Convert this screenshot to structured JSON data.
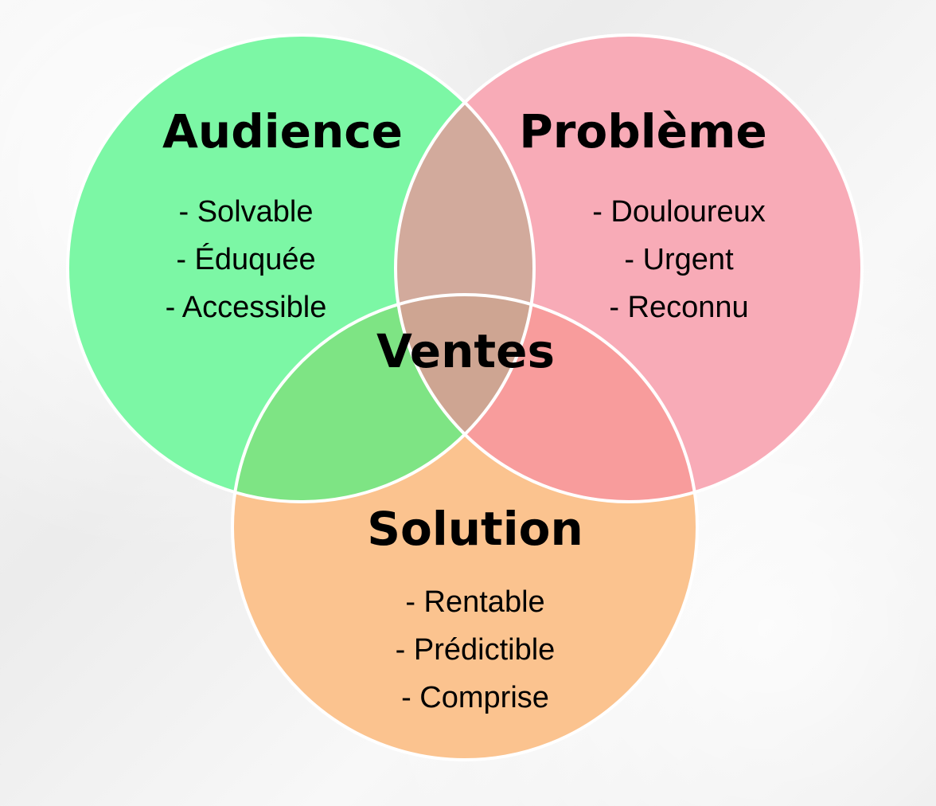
{
  "venn": {
    "center_label": "Ventes",
    "sets": {
      "audience": {
        "title": "Audience",
        "items": [
          "- Solvable",
          "- Éduquée",
          "- Accessible"
        ],
        "color": "#7cf7a5"
      },
      "probleme": {
        "title": "Problème",
        "items": [
          "- Douloureux",
          "- Urgent",
          "- Reconnu"
        ],
        "color": "#f8abb7"
      },
      "solution": {
        "title": "Solution",
        "items": [
          "- Rentable",
          "- Prédictible",
          "- Comprise"
        ],
        "color": "#fbc38f"
      }
    },
    "overlap_colors": {
      "audience_probleme": "#d2aa9c",
      "audience_solution": "#7ee484",
      "probleme_solution": "#f89c9c",
      "center": "#cea592"
    },
    "outline_color": "#ffffff"
  }
}
